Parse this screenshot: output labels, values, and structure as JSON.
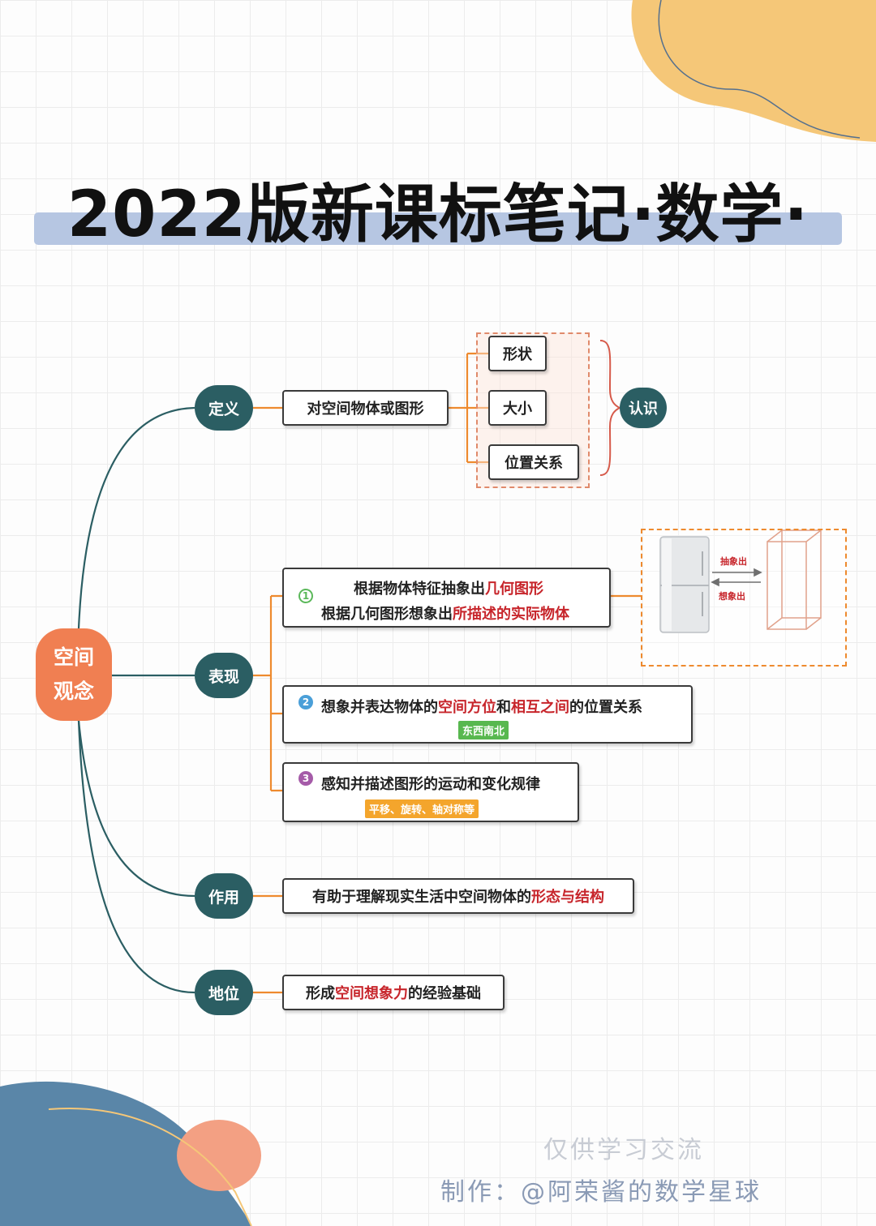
{
  "title": "2022版新课标笔记·数学·",
  "root": {
    "line1": "空间",
    "line2": "观念"
  },
  "branches": {
    "definition": {
      "label": "定义",
      "box": "对空间物体或图形",
      "items": [
        "形状",
        "大小",
        "位置关系"
      ],
      "conclusion": "认识"
    },
    "performance": {
      "label": "表现",
      "item1": {
        "num": "1",
        "line1_pre": "根据物体特征抽象出",
        "line1_hl": "几何图形",
        "line2_pre": "根据几何图形想象出",
        "line2_hl": "所描述的实际物体"
      },
      "illustration": {
        "arrow_top": "抽象出",
        "arrow_bottom": "想象出"
      },
      "item2": {
        "num": "2",
        "pre": "想象并表达物体的",
        "hl1": "空间方位",
        "mid": "和",
        "hl2": "相互之间",
        "post": "的位置关系",
        "badge": "东西南北"
      },
      "item3": {
        "num": "3",
        "text": "感知并描述图形的运动和变化规律",
        "badge": "平移、旋转、轴对称等"
      }
    },
    "role": {
      "label": "作用",
      "pre": "有助于理解现实生活中空间物体的",
      "hl": "形态与结构"
    },
    "status": {
      "label": "地位",
      "pre": "形成",
      "hl": "空间想象力",
      "post": "的经验基础"
    }
  },
  "footer": {
    "line1": "仅供学习交流",
    "line2": "制作：@阿荣酱的数学星球"
  },
  "colors": {
    "teal": "#2b5e63",
    "root": "#f07f52",
    "highlight": "#c7252b",
    "connector": "#ee8a2e",
    "title_bar": "#b6c6e2"
  }
}
